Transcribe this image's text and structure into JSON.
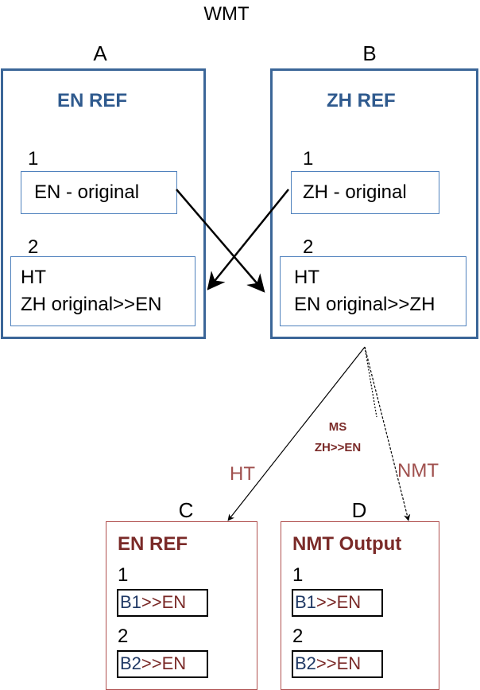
{
  "title": "WMT",
  "box_a": {
    "letter": "A",
    "heading": "EN REF",
    "item1_num": "1",
    "item1_text": "EN - original",
    "item2_num": "2",
    "item2_line1": "HT",
    "item2_line2": "ZH original>>EN"
  },
  "box_b": {
    "letter": "B",
    "heading": "ZH REF",
    "item1_num": "1",
    "item1_text": "ZH - original",
    "item2_num": "2",
    "item2_line1": "HT",
    "item2_line2": "EN original>>ZH"
  },
  "branch_labels": {
    "left": "HT",
    "middle_line1": "MS",
    "middle_line2": "ZH>>EN",
    "right": "NMT"
  },
  "box_c": {
    "letter": "C",
    "heading": "EN REF",
    "item1_num": "1",
    "item1_prefix": "B1",
    "item1_suffix": ">>EN",
    "item2_num": "2",
    "item2_prefix": "B2",
    "item2_suffix": ">>EN"
  },
  "box_d": {
    "letter": "D",
    "heading": "NMT Output",
    "item1_num": "1",
    "item1_prefix": "B1",
    "item1_suffix": ">>EN",
    "item2_num": "2",
    "item2_prefix": "B2",
    "item2_suffix": ">>EN"
  },
  "colors": {
    "blue_border": "#3b6698",
    "blue_text": "#2f5a8e",
    "red_border": "#b0504f",
    "red_text": "#7a2a28"
  }
}
